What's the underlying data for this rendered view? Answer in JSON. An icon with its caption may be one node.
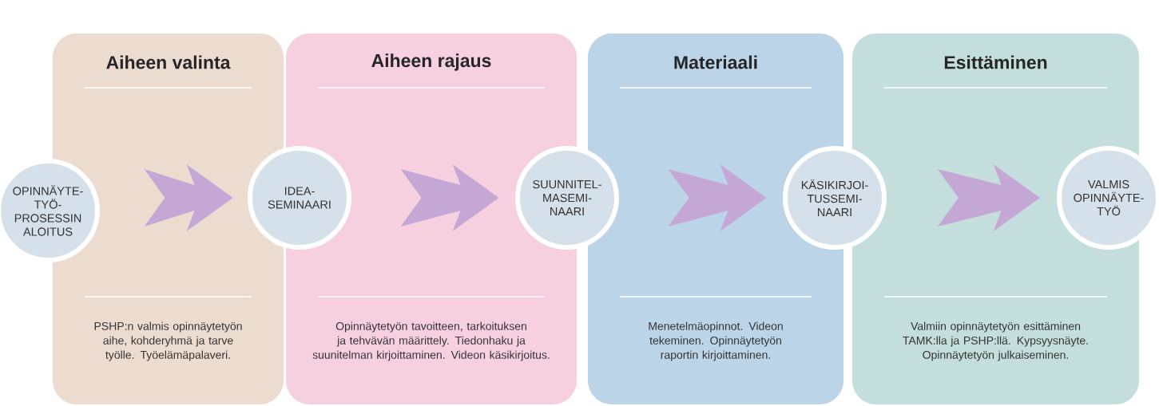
{
  "diagram": {
    "nodes": [
      {
        "text": [
          "Aiheen valinta",
          "PSHP:n valmis opinnäytetyön aihe, kohderyhmä ja tarve työlle. Työelämäpalaveri."
        ]
      },
      {
        "text": [
          "Aiheen rajaus",
          "Opinnäytetyön tavoitteen, tarkoituksen ja tehvävän määrittely. Tiedonhaku ja suunitelman kirjoittaminen. Videon käsikirjoitus."
        ]
      },
      {
        "text": [
          "Materiaali",
          "Menetelmäopinnot. Videon tekeminen. Opinnäytetyön raportin kirjoittaminen."
        ]
      },
      {
        "text": [
          "Esittäminen",
          "Valmiin opinnäytetyön esittäminen TAMK:lla ja PSHP:llä. Kypsyysnäyte. Opinnäytetyön julkaiseminen."
        ]
      },
      {
        "text": [
          "OPINNÄYTE- TYÖ- PROSESSIN ALOITUS"
        ]
      },
      {
        "text": [
          "IDEA- SEMINAARI"
        ]
      },
      {
        "text": [
          "SUUNNITEL- MASEMI- NAARI"
        ]
      },
      {
        "text": [
          "KÄSIKIRJOI- TUSSEMI- NAARI"
        ]
      },
      {
        "text": [
          "VALMIS OPINNÄYTE- TYÖ"
        ]
      }
    ],
    "edges": [
      {
        "from": 4,
        "to": 5,
        "arrow": "to"
      },
      {
        "from": 5,
        "to": 6,
        "arrow": "to"
      },
      {
        "from": 6,
        "to": 7,
        "arrow": "to"
      },
      {
        "from": 7,
        "to": 8,
        "arrow": "to"
      }
    ]
  }
}
